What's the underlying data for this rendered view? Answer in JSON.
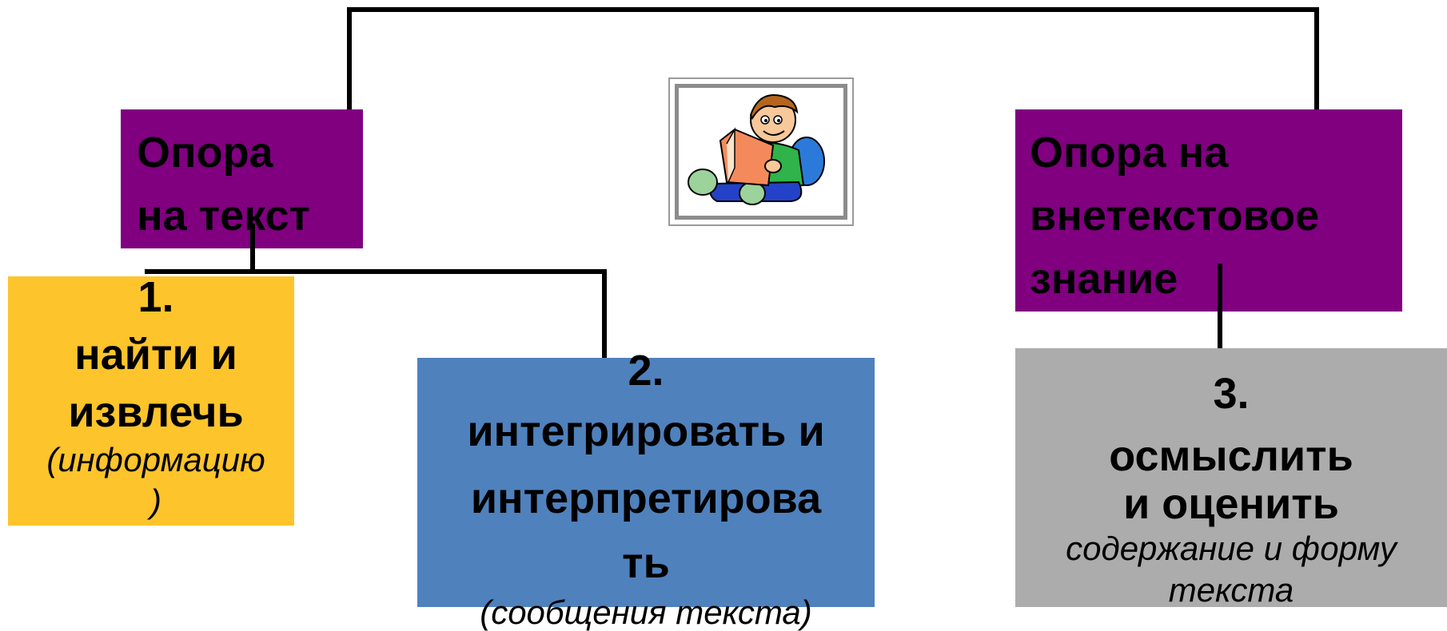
{
  "boxes": {
    "text_support": {
      "lines": [
        "Опора",
        "на текст"
      ]
    },
    "extra_text_support": {
      "lines": [
        "Опора на",
        "внетекстовое",
        "знание"
      ]
    },
    "skill_1": {
      "number": "1.",
      "lines": [
        "найти и",
        "извлечь"
      ],
      "note_lines": [
        "(информацию",
        ")"
      ]
    },
    "skill_2": {
      "number": "2.",
      "lines": [
        "интегрировать и",
        "интерпретирова",
        "ть"
      ],
      "note": "(сообщения текста)"
    },
    "skill_3": {
      "number": "3.",
      "lines": [
        "осмыслить",
        "и оценить"
      ],
      "note_lines": [
        "содержание и форму",
        "текста"
      ]
    }
  },
  "image": {
    "icon": "boy-reading-book-icon"
  },
  "colors": {
    "purple": "#800080",
    "yellow": "#fdc42b",
    "blue": "#4f81bd",
    "gray": "#acacac"
  }
}
